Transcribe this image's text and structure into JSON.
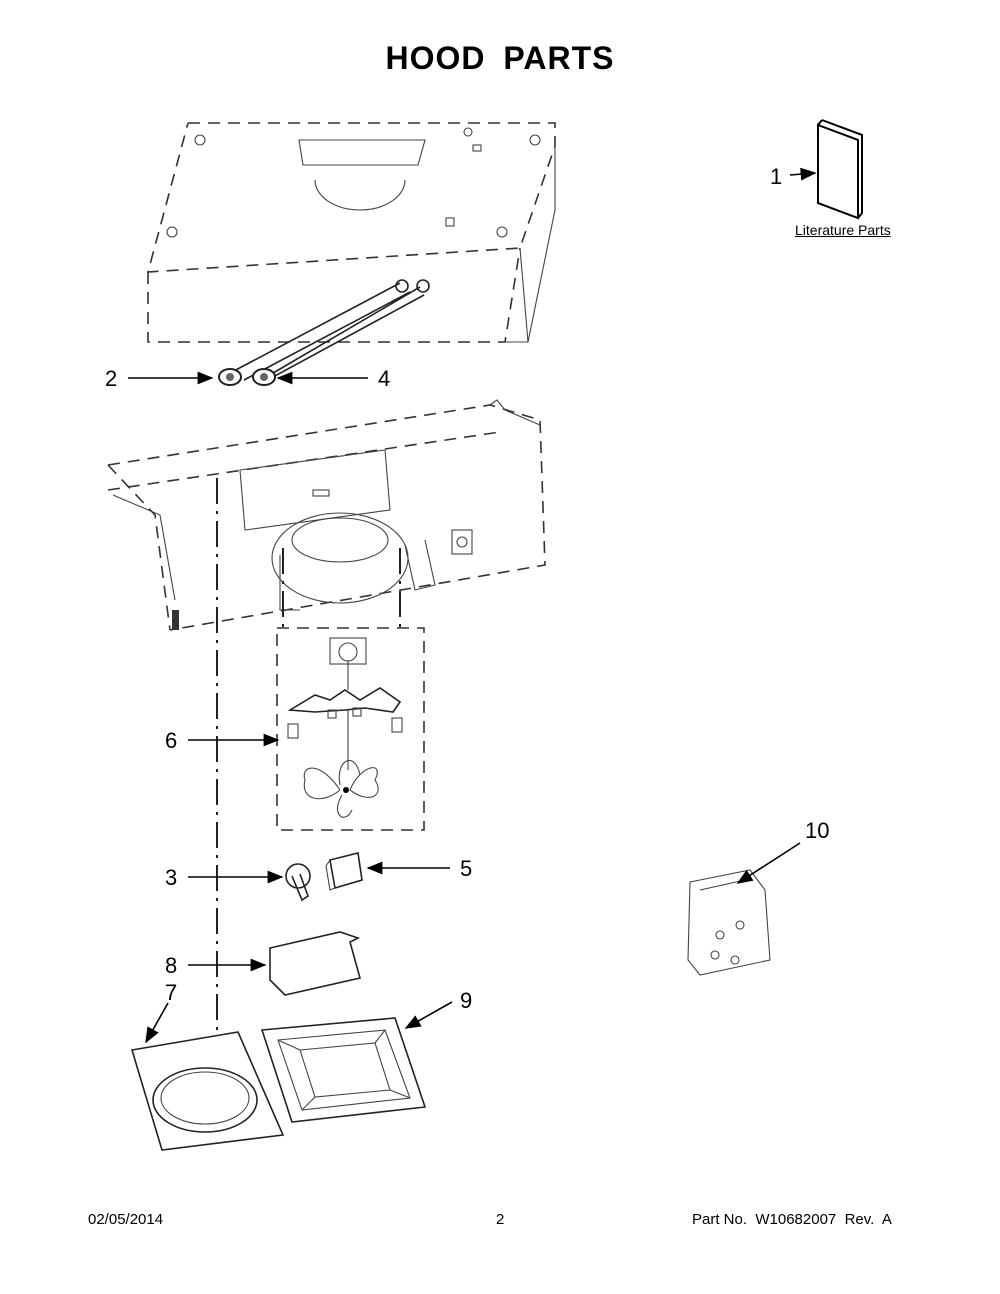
{
  "title": "HOOD  PARTS",
  "callouts": {
    "c1": "1",
    "c2": "2",
    "c3": "3",
    "c4": "4",
    "c5": "5",
    "c6": "6",
    "c7": "7",
    "c8": "8",
    "c9": "9",
    "c10": "10"
  },
  "literature_label": "Literature Parts",
  "footer": {
    "date": "02/05/2014",
    "page": "2",
    "part_no": "Part No.  W10682007  Rev.  A"
  }
}
